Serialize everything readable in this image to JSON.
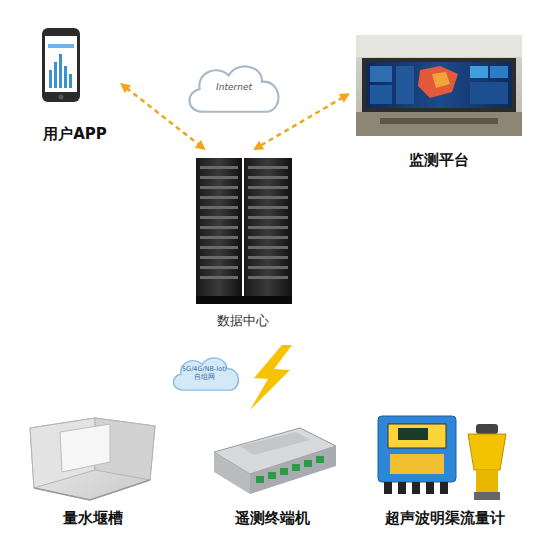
{
  "diagram": {
    "nodes": [
      {
        "text": [
          "用户APP"
        ]
      },
      {
        "text": [
          "Internet"
        ]
      },
      {
        "text": [
          "监测平台"
        ]
      },
      {
        "text": [
          "数据中心"
        ]
      },
      {
        "text": [
          "5G/4G/NB-Iot/ 自组网"
        ]
      },
      {
        "text": [
          "量水堰槽"
        ]
      },
      {
        "text": [
          "遥测终端机"
        ]
      },
      {
        "text": [
          "超声波明渠流量计"
        ]
      }
    ],
    "edges": [
      {
        "from": 0,
        "to": 3,
        "arrow": "both"
      },
      {
        "from": 2,
        "to": 3,
        "arrow": "both"
      }
    ]
  }
}
